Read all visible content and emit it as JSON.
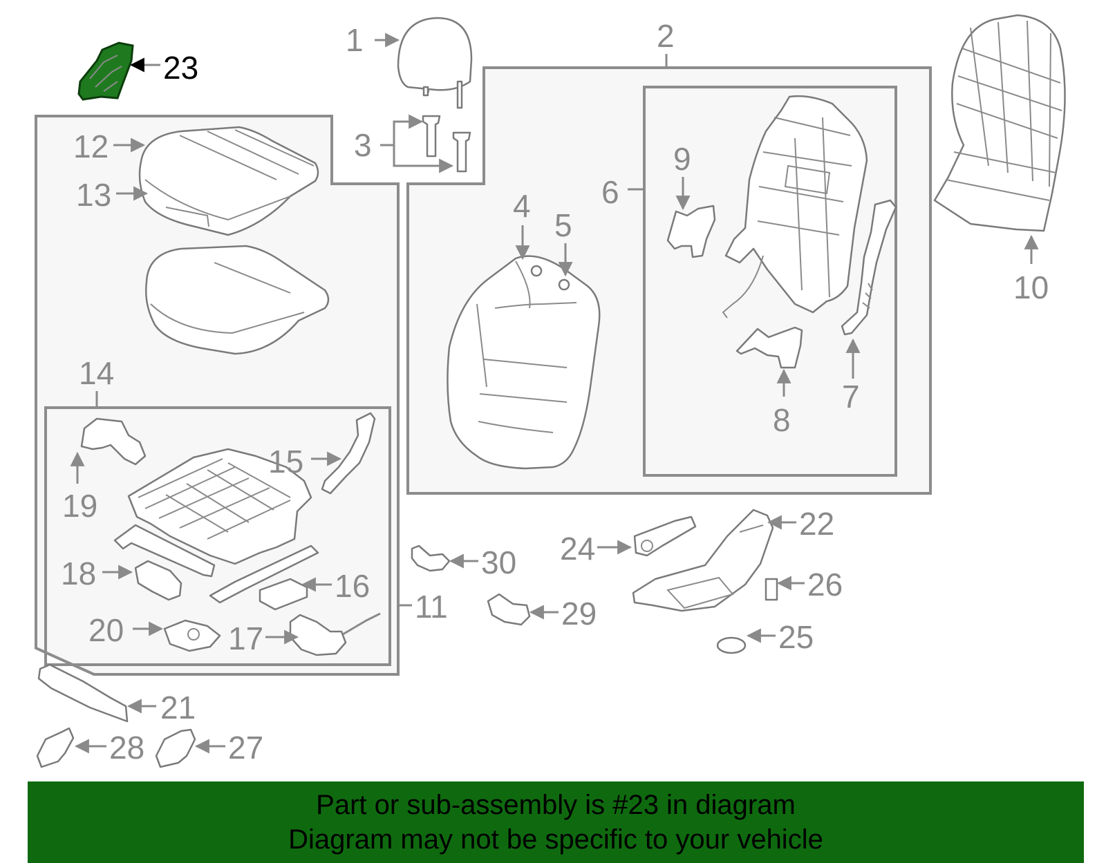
{
  "banner": {
    "line1": "Part or sub-assembly is #23 in diagram",
    "line2": "Diagram may not be specific to your vehicle"
  },
  "highlight_part": "23",
  "colors": {
    "highlight_fill": "#1f7a1f",
    "banner_bg": "#0f6a0f",
    "line_gray": "#8a8a8a"
  },
  "labels": {
    "p1": "1",
    "p2": "2",
    "p3": "3",
    "p4": "4",
    "p5": "5",
    "p6": "6",
    "p7": "7",
    "p8": "8",
    "p9": "9",
    "p10": "10",
    "p11": "11",
    "p12": "12",
    "p13": "13",
    "p14": "14",
    "p15": "15",
    "p16": "16",
    "p17": "17",
    "p18": "18",
    "p19": "19",
    "p20": "20",
    "p21": "21",
    "p22": "22",
    "p23": "23",
    "p24": "24",
    "p25": "25",
    "p26": "26",
    "p27": "27",
    "p28": "28",
    "p29": "29",
    "p30": "30"
  }
}
